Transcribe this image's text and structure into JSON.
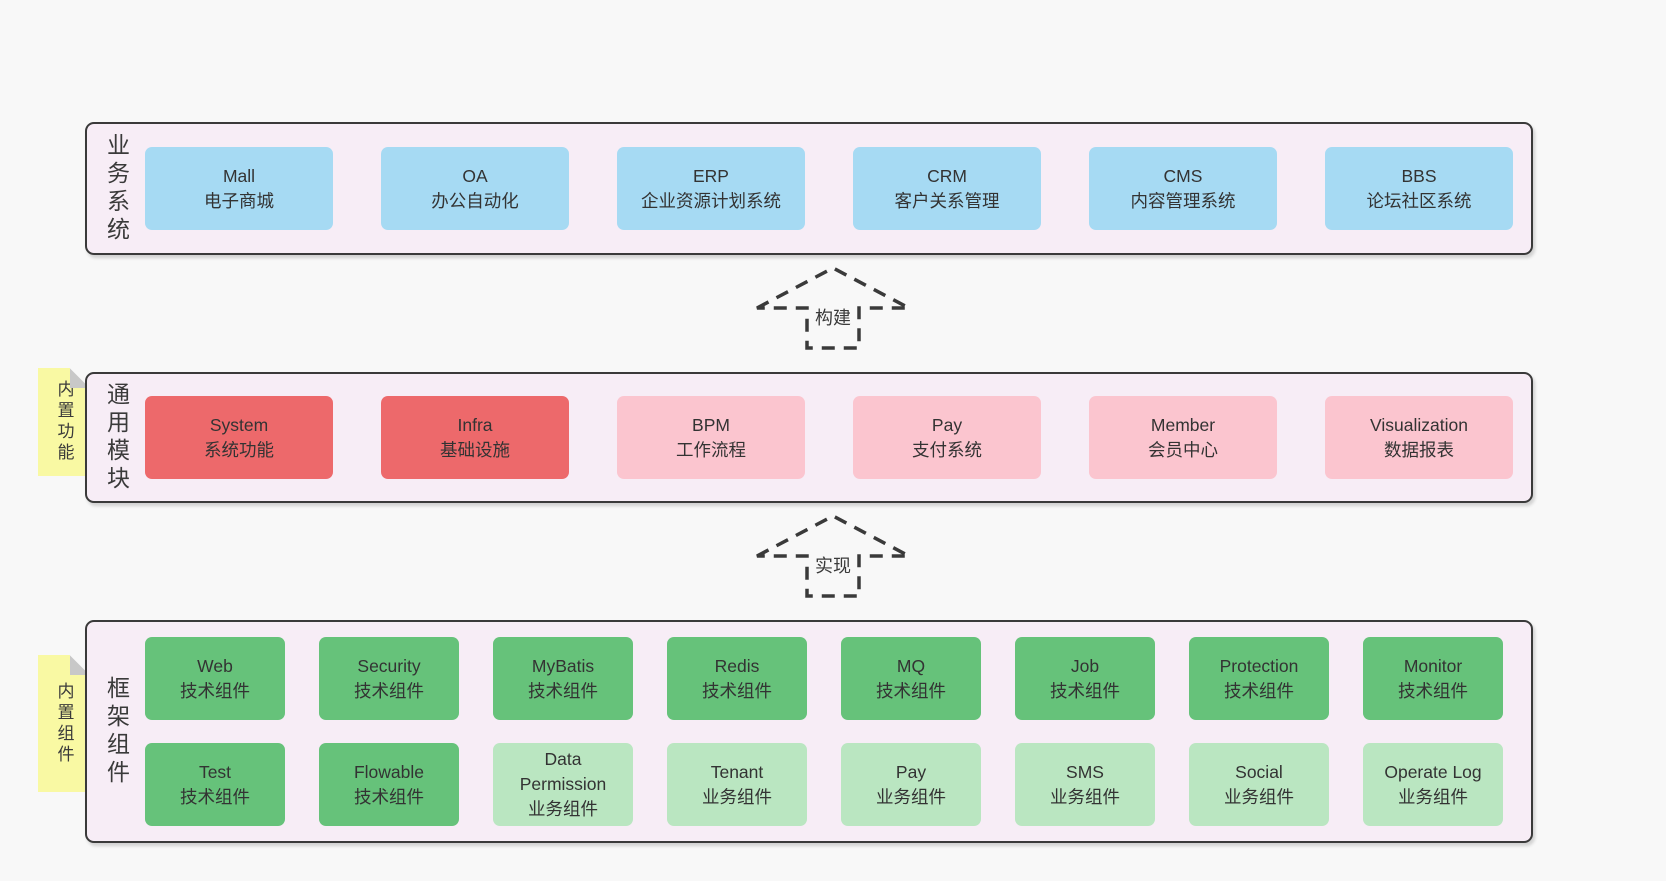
{
  "colors": {
    "page_bg": "#f8f8f8",
    "band_bg": "#f7edf6",
    "band_border": "#3a3a3a",
    "blue": "#a6daf3",
    "red": "#ed696b",
    "pink": "#fbc5cf",
    "green_dark": "#66c27a",
    "green_light": "#bae6c1",
    "sticky_yellow": "#f9f9a3",
    "sticky_fold": "#c8c8c8",
    "text": "#333333"
  },
  "arrows": [
    {
      "label": "构建"
    },
    {
      "label": "实现"
    }
  ],
  "bands": [
    {
      "label": "业务系统",
      "rows": [
        [
          {
            "en": "Mall",
            "zh": "电子商城"
          },
          {
            "en": "OA",
            "zh": "办公自动化"
          },
          {
            "en": "ERP",
            "zh": "企业资源计划系统"
          },
          {
            "en": "CRM",
            "zh": "客户关系管理"
          },
          {
            "en": "CMS",
            "zh": "内容管理系统"
          },
          {
            "en": "BBS",
            "zh": "论坛社区系统"
          }
        ]
      ]
    },
    {
      "label": "通用模块",
      "sticky": "内置功能",
      "rows": [
        [
          {
            "en": "System",
            "zh": "系统功能"
          },
          {
            "en": "Infra",
            "zh": "基础设施"
          },
          {
            "en": "BPM",
            "zh": "工作流程"
          },
          {
            "en": "Pay",
            "zh": "支付系统"
          },
          {
            "en": "Member",
            "zh": "会员中心"
          },
          {
            "en": "Visualization",
            "zh": "数据报表"
          }
        ]
      ]
    },
    {
      "label": "框架组件",
      "sticky": "内置组件",
      "rows": [
        [
          {
            "en": "Web",
            "zh": "技术组件"
          },
          {
            "en": "Security",
            "zh": "技术组件"
          },
          {
            "en": "MyBatis",
            "zh": "技术组件"
          },
          {
            "en": "Redis",
            "zh": "技术组件"
          },
          {
            "en": "MQ",
            "zh": "技术组件"
          },
          {
            "en": "Job",
            "zh": "技术组件"
          },
          {
            "en": "Protection",
            "zh": "技术组件"
          },
          {
            "en": "Monitor",
            "zh": "技术组件"
          }
        ],
        [
          {
            "en": "Test",
            "zh": "技术组件"
          },
          {
            "en": "Flowable",
            "zh": "技术组件"
          },
          {
            "en": "Data Permission",
            "zh": "业务组件"
          },
          {
            "en": "Tenant",
            "zh": "业务组件"
          },
          {
            "en": "Pay",
            "zh": "业务组件"
          },
          {
            "en": "SMS",
            "zh": "业务组件"
          },
          {
            "en": "Social",
            "zh": "业务组件"
          },
          {
            "en": "Operate Log",
            "zh": "业务组件"
          }
        ]
      ]
    }
  ]
}
